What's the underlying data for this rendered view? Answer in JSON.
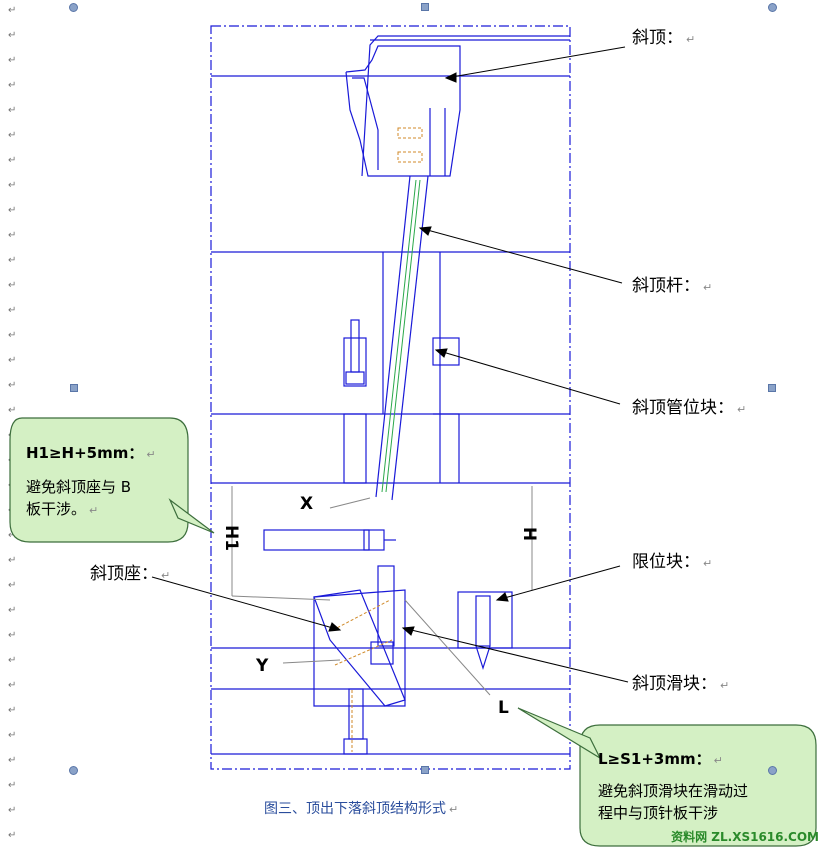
{
  "labels": {
    "xieding": "斜顶：",
    "xiedinggan": "斜顶杆：",
    "guanweikuai": "斜顶管位块：",
    "xiandingzuo": "斜顶座：",
    "xianweikuai": "限位块：",
    "huakuai": "斜顶滑块：",
    "dim_x": "X",
    "dim_y": "Y",
    "dim_h": "H",
    "dim_h1": "H1",
    "dim_l": "L"
  },
  "bubble_left": {
    "title": "H1≥H+5mm：",
    "line1": "避免斜顶座与 B",
    "line2": "板干涉。"
  },
  "bubble_right": {
    "title": "L≥S1+3mm：",
    "line1": "避免斜顶滑块在滑动过",
    "line2": "程中与顶针板干涉"
  },
  "caption": "图三、顶出下落斜顶结构形式",
  "watermark": "资料网 ZL.XS1616.COM",
  "colors": {
    "drawing": "#1a1ad8",
    "bubble_fill": "#d4f0c4",
    "bubble_stroke": "#3c6e3c",
    "caption": "#2a4d9c"
  }
}
